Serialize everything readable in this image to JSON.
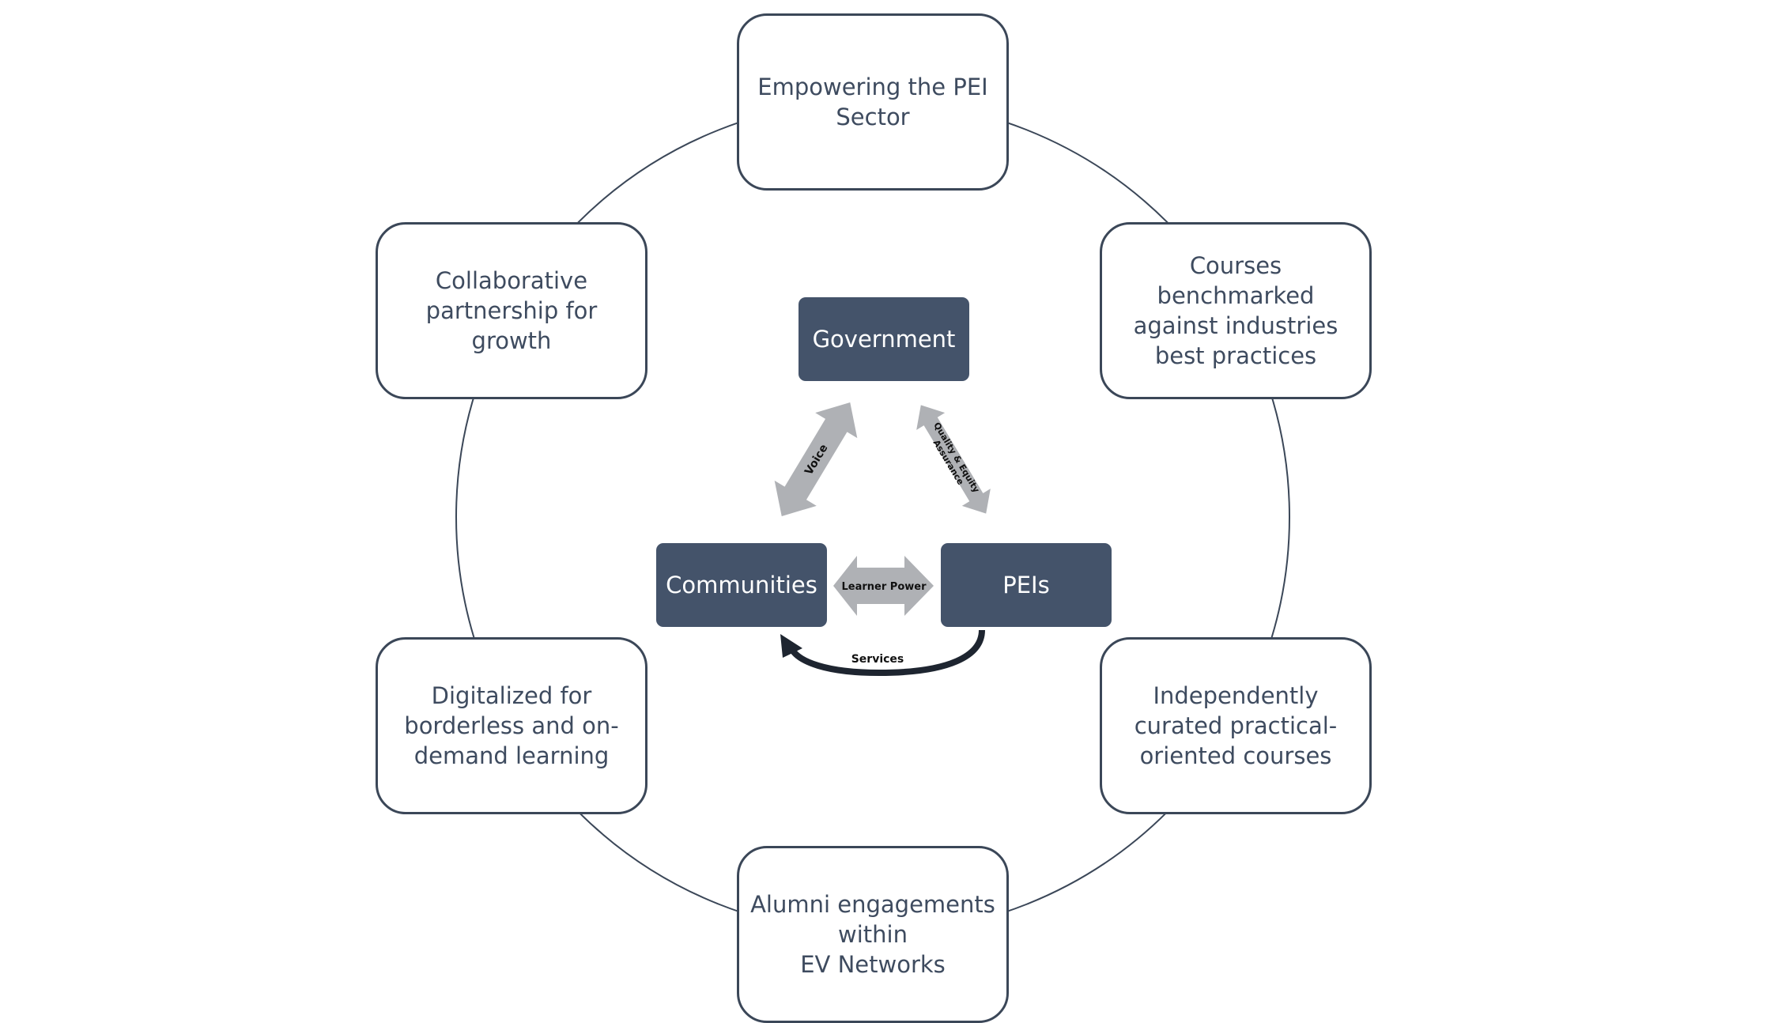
{
  "outer_nodes": [
    {
      "id": "top",
      "text": "Empowering the PEI\nSector"
    },
    {
      "id": "upper-right",
      "text": "Courses\nbenchmarked\nagainst industries\nbest practices"
    },
    {
      "id": "lower-right",
      "text": "Independently\ncurated practical-\noriented courses"
    },
    {
      "id": "bottom",
      "text": "Alumni engagements\nwithin\nEV Networks"
    },
    {
      "id": "lower-left",
      "text": "Digitalized for\nborderless and on-\ndemand  learning"
    },
    {
      "id": "upper-left",
      "text": "Collaborative\npartnership for\ngrowth"
    }
  ],
  "core_nodes": {
    "government": "Government",
    "communities": "Communities",
    "peis": "PEIs"
  },
  "arrow_labels": {
    "voice": "Voice",
    "quality_line1": "Quality & Equity",
    "quality_line2": "Assurance",
    "learner_power": "Learner Power",
    "services": "Services"
  },
  "colors": {
    "outline": "#3b4758",
    "text": "#3e4b5f",
    "core_fill": "#44536a",
    "arrow_fill": "#afb1b5",
    "services_arrow": "#1e2530"
  }
}
